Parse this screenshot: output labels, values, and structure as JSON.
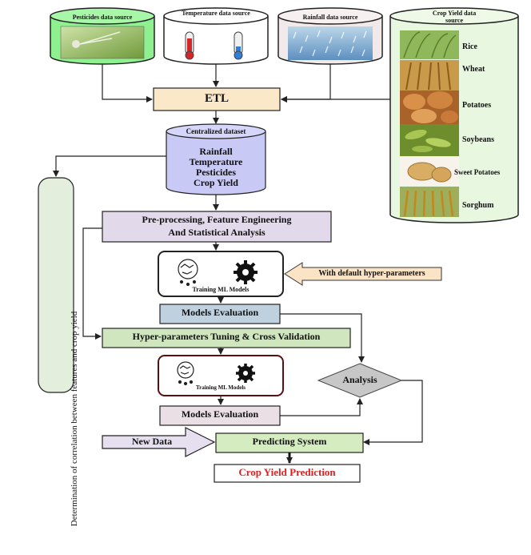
{
  "sources": {
    "pesticides": "Pesticides data source",
    "temperature": "Temperature data source",
    "rainfall": "Rainfall data source",
    "crop_yield": "Crop Yield data source"
  },
  "crops": [
    "Rice",
    "Wheat",
    "Potatoes",
    "Soybeans",
    "Sweet Potatoes",
    "Sorghum"
  ],
  "etl": "ETL",
  "centralized": {
    "title": "Centralized dataset",
    "items": [
      "Rainfall",
      "Temperature",
      "Pesticides",
      "Crop Yield"
    ]
  },
  "preprocessing": [
    "Pre-processing, Feature Engineering",
    "And Statistical Analysis"
  ],
  "correlation": "Determination of correlation between features and crop yield",
  "training1": "Training ML Models",
  "default_hp": "With default hyper-parameters",
  "eval1": "Models Evaluation",
  "tuning": "Hyper-parameters Tuning & Cross Validation",
  "training2": "Training ML Models",
  "analysis": "Analysis",
  "eval2": "Models Evaluation",
  "new_data": "New Data",
  "predicting": "Predicting System",
  "final": "Crop Yield Prediction",
  "colors": {
    "etl": "#fbe8c9",
    "centralized": "#c9c9f5",
    "preprocessing": "#e2d9ea",
    "eval1": "#bfd0df",
    "tuning": "#cfe6bf",
    "predicting": "#d4ecc0",
    "final_text": "#e02020",
    "crop_source": "#e8f7df",
    "pesticides_source": "#8ff08f"
  }
}
